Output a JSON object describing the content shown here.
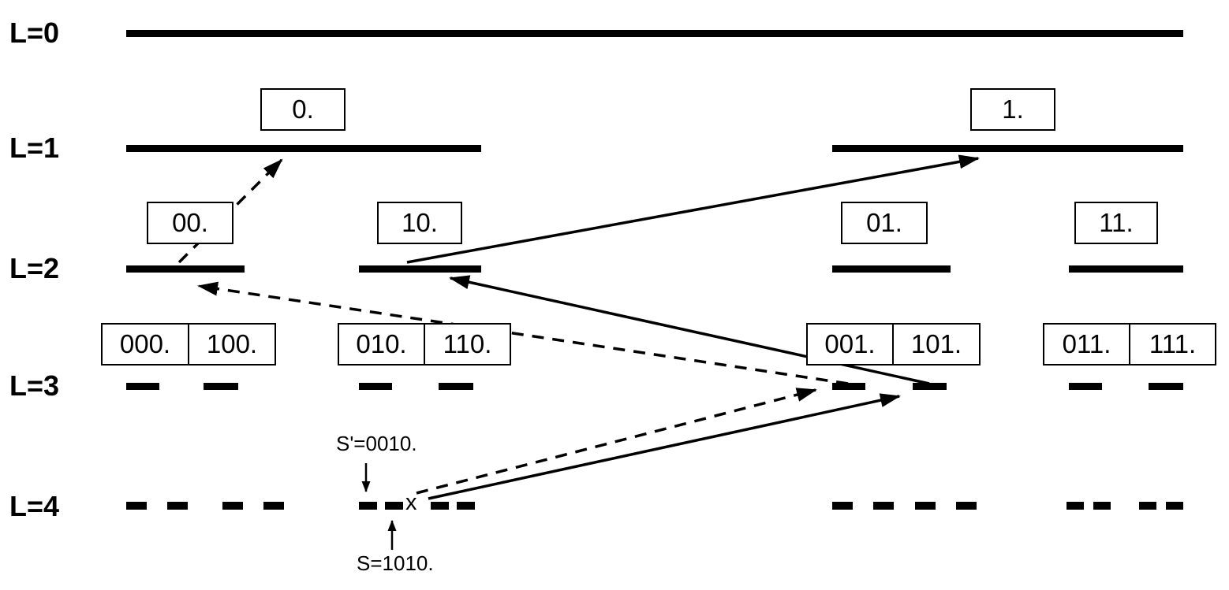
{
  "diagram": {
    "level_labels": [
      "L=0",
      "L=1",
      "L=2",
      "L=3",
      "L=4"
    ],
    "l1_boxes": [
      "0.",
      "1."
    ],
    "l2_boxes": [
      "00.",
      "10.",
      "01.",
      "11."
    ],
    "l3_boxes": [
      [
        "000.",
        "100."
      ],
      [
        "010.",
        "110."
      ],
      [
        "001.",
        "101."
      ],
      [
        "011.",
        "111."
      ]
    ],
    "annotations": {
      "s_prime": "S'=0010.",
      "s": "S=1010.",
      "x": "x"
    },
    "arrows": [
      {
        "style": "solid",
        "from": "x (L=4)",
        "to": "101. (L=3)"
      },
      {
        "style": "solid",
        "from": "101. (L=3)",
        "to": "10. (L=2)"
      },
      {
        "style": "solid",
        "from": "10. (L=2)",
        "to": "1. (L=1)"
      },
      {
        "style": "dashed",
        "from": "S'=0010. (L=4)",
        "to": "001. (L=3)"
      },
      {
        "style": "dashed",
        "from": "001. (L=3)",
        "to": "00. (L=2)"
      },
      {
        "style": "dashed",
        "from": "00. (L=2)",
        "to": "0. (L=1)"
      }
    ],
    "colors": {
      "ink": "#000000",
      "background": "#ffffff"
    }
  }
}
